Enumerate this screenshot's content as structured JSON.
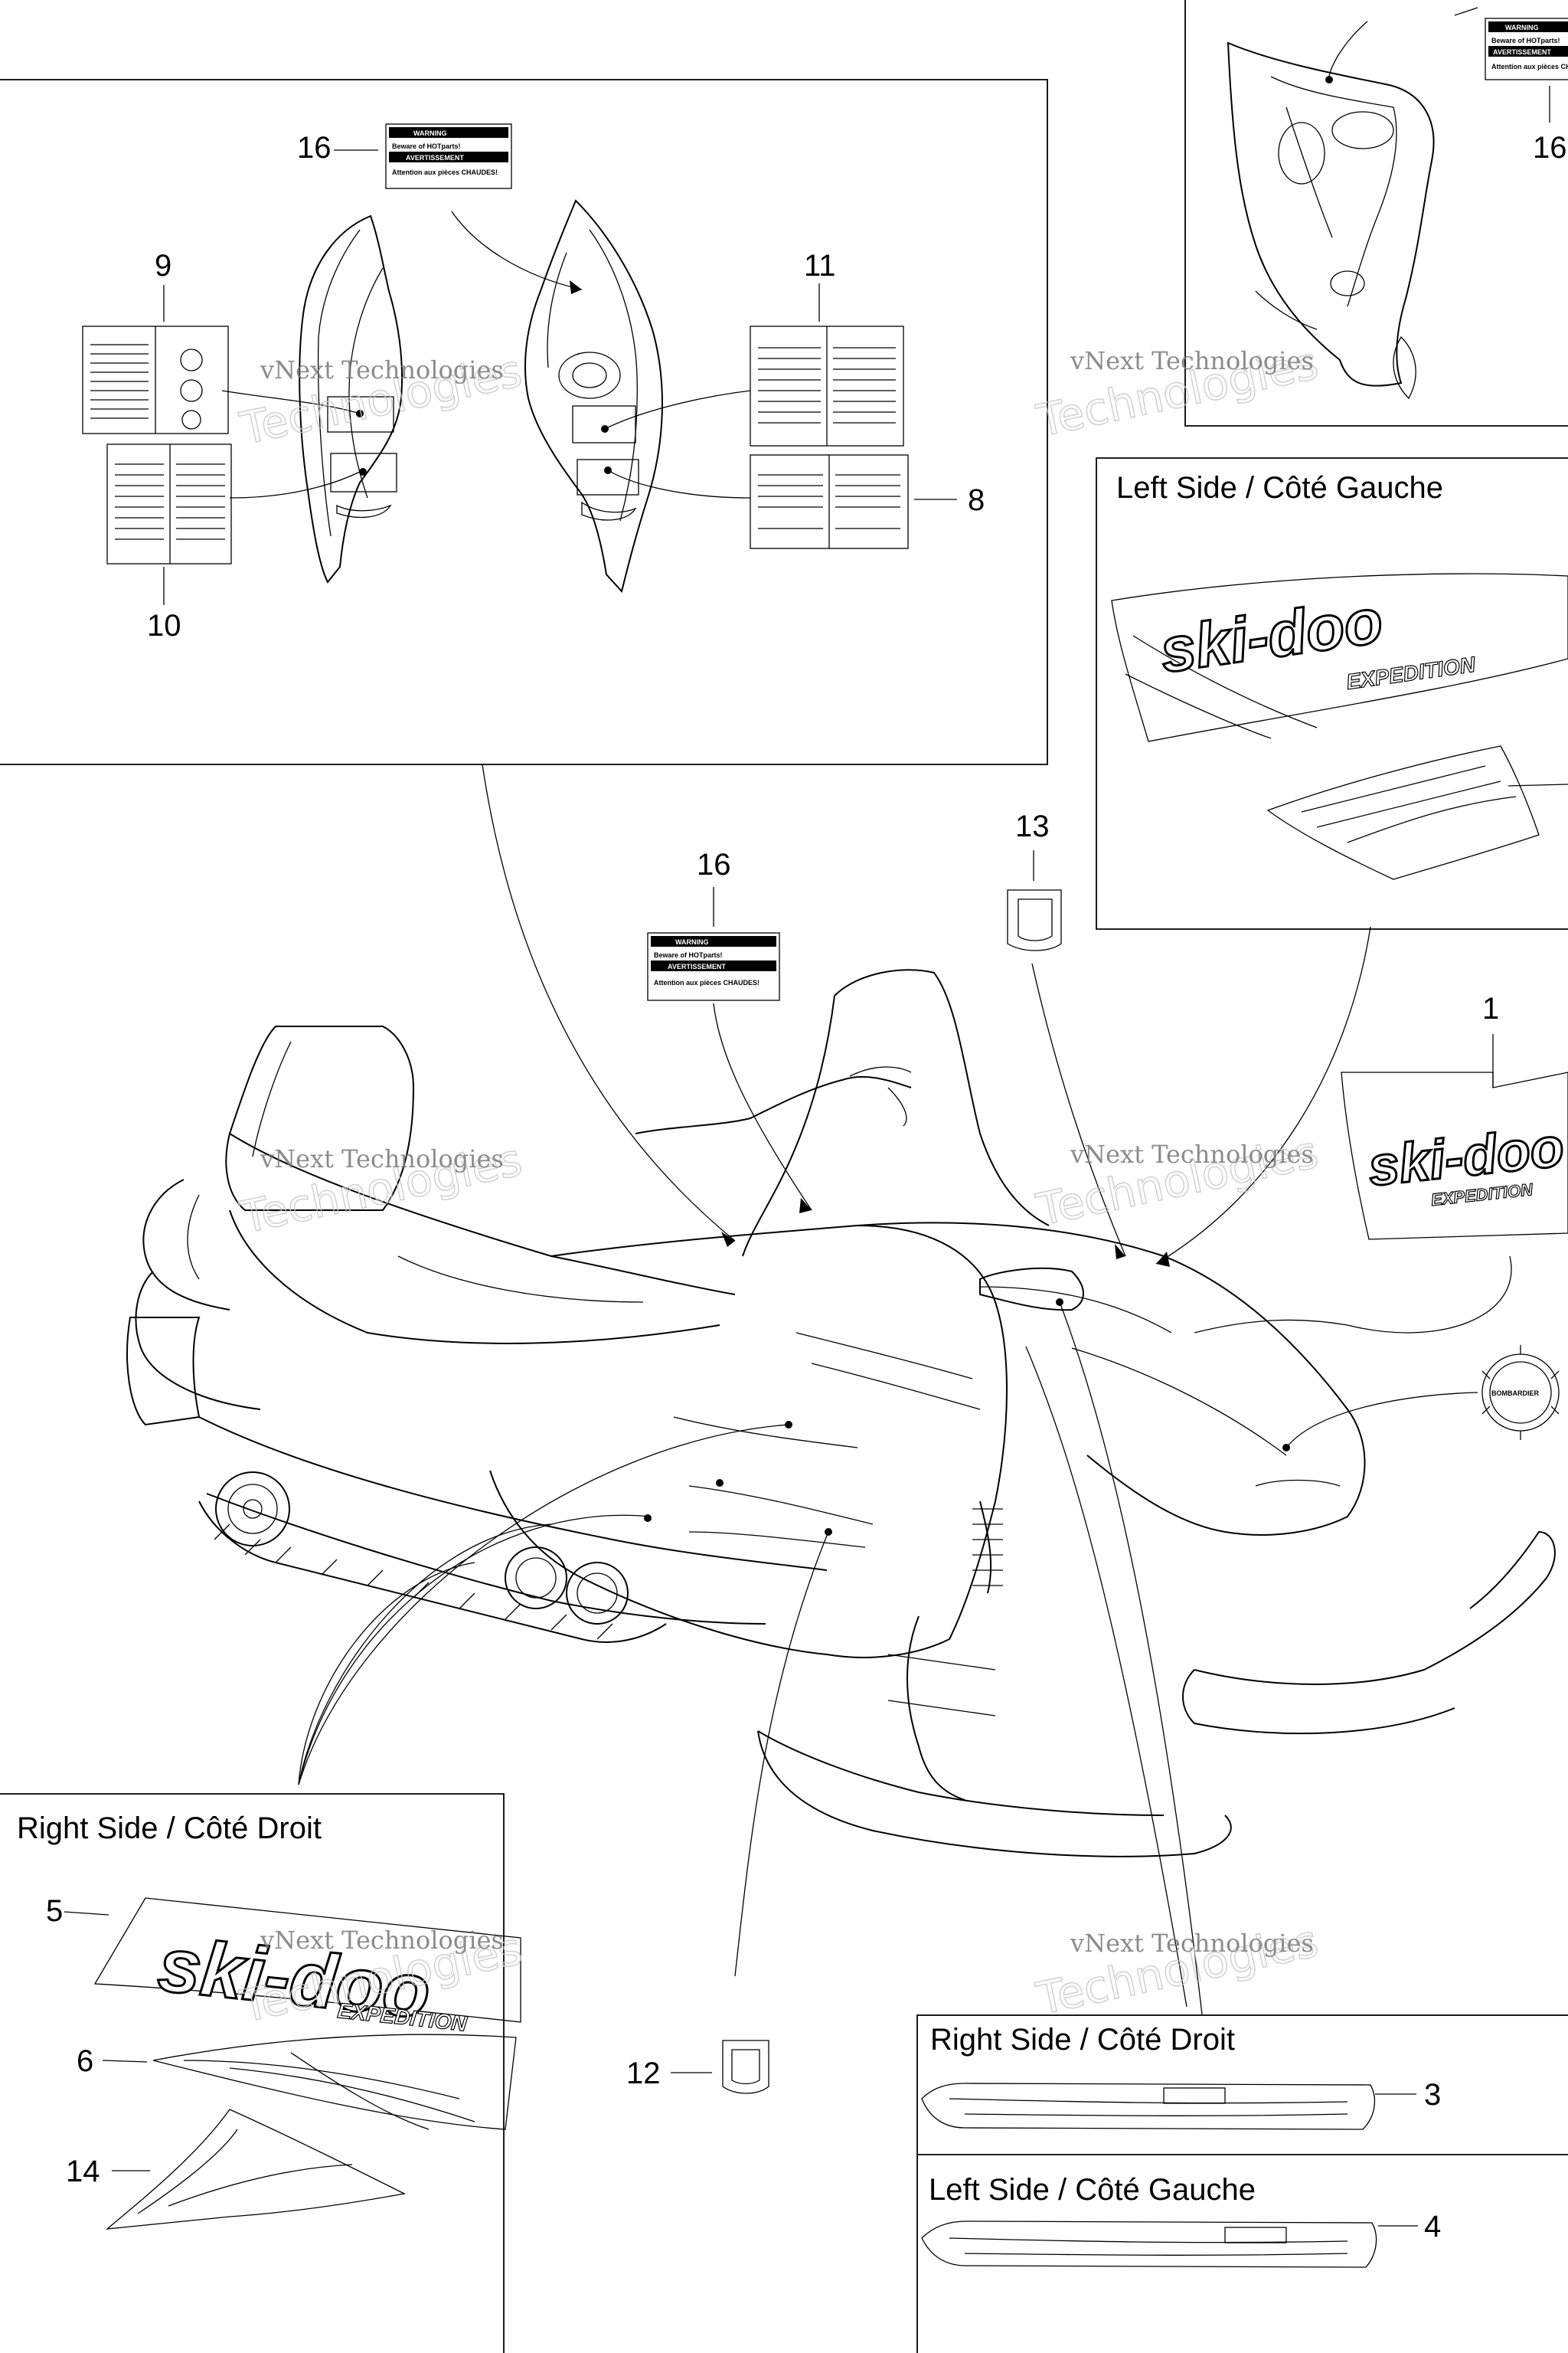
{
  "sections": {
    "top_right_corner": "",
    "left_side_top": "Left Side / Côté Gauche",
    "right_side_bottom_left": "Right Side / Côté Droit",
    "right_side_bottom_right": "Right Side / Côté Droit",
    "left_side_bottom_right": "Left Side / Côté Gauche"
  },
  "callouts": {
    "c16_panel": "16",
    "c9": "9",
    "c11": "11",
    "c10": "10",
    "c8": "8",
    "c16_right": "16",
    "c16_center": "16",
    "c13": "13",
    "c1": "1",
    "c5": "5",
    "c6": "6",
    "c14": "14",
    "c12": "12",
    "c3": "3",
    "c4": "4"
  },
  "decal_text": {
    "warning": "WARNING",
    "beware": "Beware of HOTparts!",
    "avertissement": "AVERTISSEMENT",
    "attention": "Attention aux pièces CHAUDES!",
    "brand": "ski-doo",
    "edition": "EXPEDITION",
    "bombardier": "BOMBARDIER"
  },
  "watermark": {
    "line1": "vNext Technologies",
    "line2": "Technologies",
    "line_small": "vNext"
  }
}
